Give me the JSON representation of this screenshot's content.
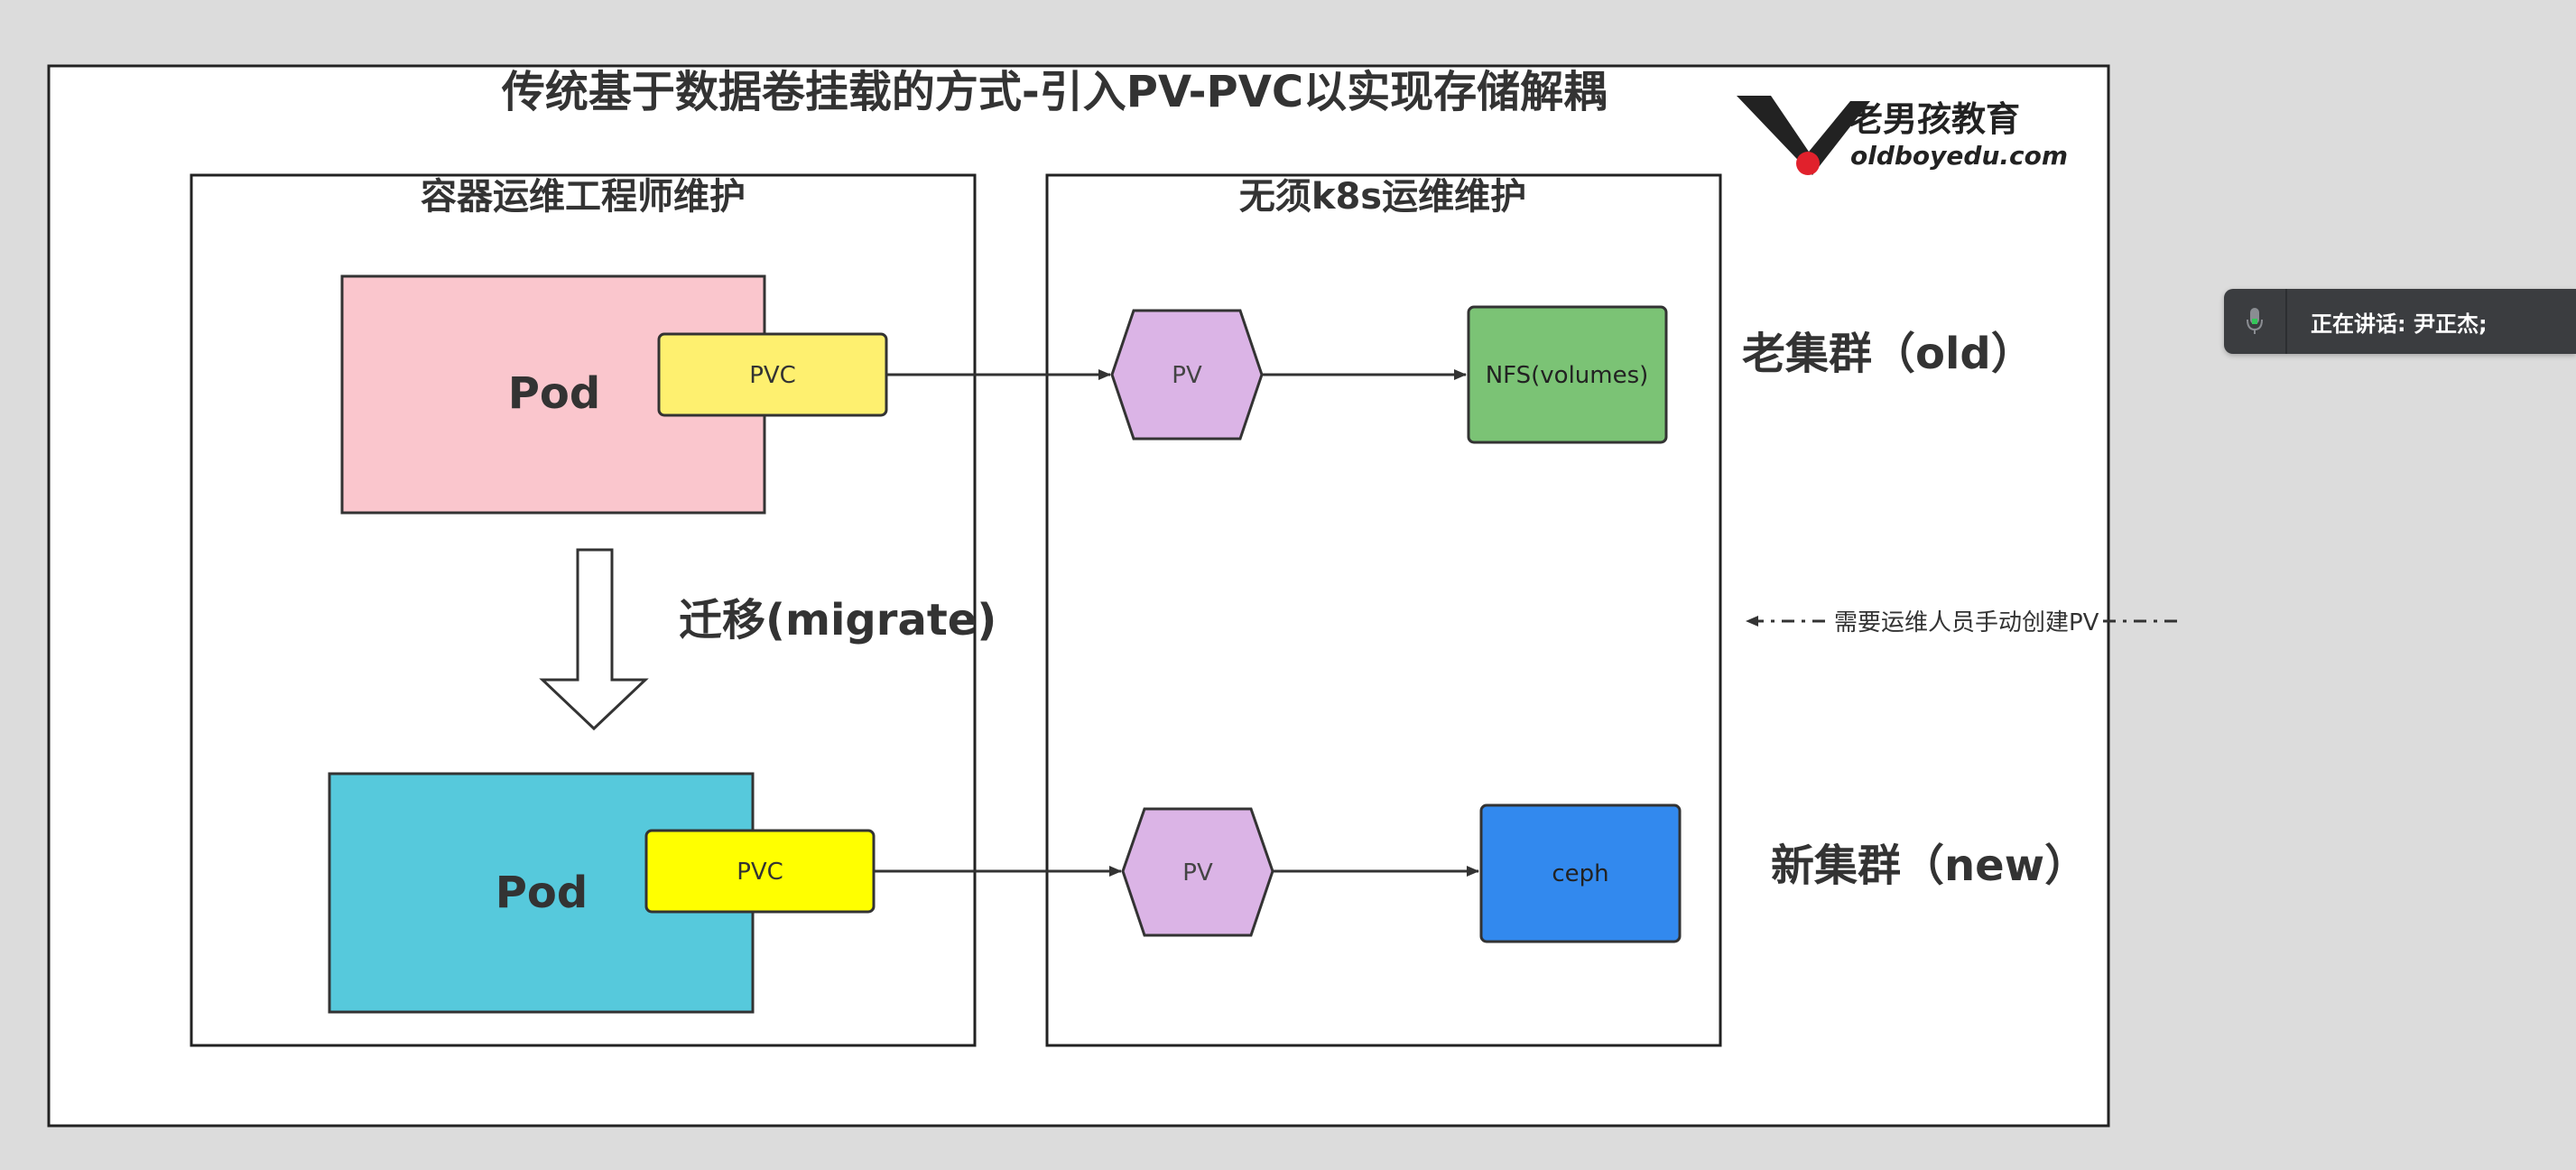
{
  "title": "传统基于数据卷挂载的方式-引入PV-PVC以实现存储解耦",
  "logo": {
    "cn": "老男孩教育",
    "en": "oldboyedu.com"
  },
  "left_panel": {
    "label": "容器运维工程师维护"
  },
  "right_panel": {
    "label": "无须k8s运维维护"
  },
  "old_cluster": {
    "pod_label": "Pod",
    "pvc_label": "PVC",
    "pv_label": "PV",
    "storage_label": "NFS(volumes)",
    "cluster_label": "老集群（old）"
  },
  "new_cluster": {
    "pod_label": "Pod",
    "pvc_label": "PVC",
    "pv_label": "PV",
    "storage_label": "ceph",
    "cluster_label": "新集群（new）"
  },
  "migrate_label": "迁移(migrate)",
  "note_label": "需要运维人员手动创建PV",
  "speaking": {
    "text": "正在讲话: 尹正杰;",
    "icon": "microphone-icon"
  },
  "colors": {
    "pod_old": "#fac6cd",
    "pod_new": "#56c9dc",
    "pvc_old": "#fef06f",
    "pvc_new": "#ffff00",
    "pv": "#dbb4e6",
    "nfs": "#7bc375",
    "ceph": "#3289ee",
    "logo_red": "#e1212c"
  }
}
